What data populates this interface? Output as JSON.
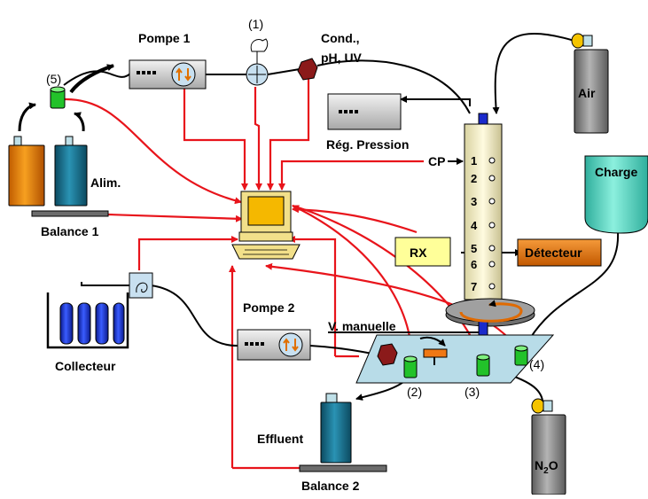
{
  "labels": {
    "pump1": "Pompe 1",
    "pump2": "Pompe 2",
    "valve1": "(1)",
    "cond": "Cond.,",
    "cond2": "pH, UV",
    "air": "Air",
    "reg_pression": "Rég. Pression",
    "cp": "CP",
    "alim": "Alim.",
    "balance1": "Balance 1",
    "balance2": "Balance 2",
    "charge": "Charge",
    "rx": "RX",
    "detecteur": "Détecteur",
    "collecteur": "Collecteur",
    "v_manuelle": "V. manuelle",
    "effluent": "Effluent",
    "n2o_base": "N",
    "n2o_sub": "2",
    "n2o_end": "O",
    "p2": "(2)",
    "p3": "(3)",
    "p4": "(4)",
    "p5": "(5)"
  },
  "column_ports": [
    "1",
    "2",
    "3",
    "4",
    "5",
    "6",
    "7"
  ],
  "colors": {
    "red_wire": "#e8141b",
    "orange_tank": "#e08a10",
    "teal_tank": "#1e7a96",
    "grey_tank": "#8c8c8c",
    "cream": "#ffffc8",
    "rx_box": "#ffff99",
    "detector": "#e87814",
    "charge": "#66d9c8",
    "green_fitting": "#22c22a",
    "dark_red_valve": "#8b1a1a",
    "platform": "#b8dce8"
  }
}
